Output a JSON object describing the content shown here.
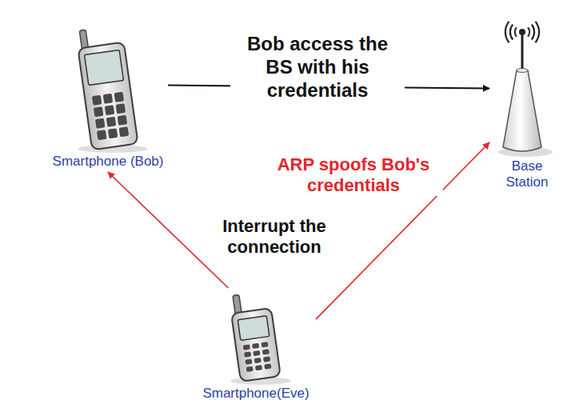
{
  "diagram": {
    "nodes": [
      {
        "text": [
          "Smartphone (Bob)"
        ]
      },
      {
        "text": [
          "Base Station"
        ]
      },
      {
        "text": [
          "Smartphone(Eve)"
        ]
      }
    ],
    "edges": [
      {
        "from": 0,
        "to": 1,
        "arrow": "to",
        "label": "Bob access the BS with his credentials"
      },
      {
        "from": 2,
        "to": 1,
        "arrow": "to",
        "label": "ARP spoofs Bob's credentials"
      },
      {
        "from": 2,
        "to": 0,
        "arrow": "to",
        "label": "Interrupt the connection"
      }
    ]
  }
}
